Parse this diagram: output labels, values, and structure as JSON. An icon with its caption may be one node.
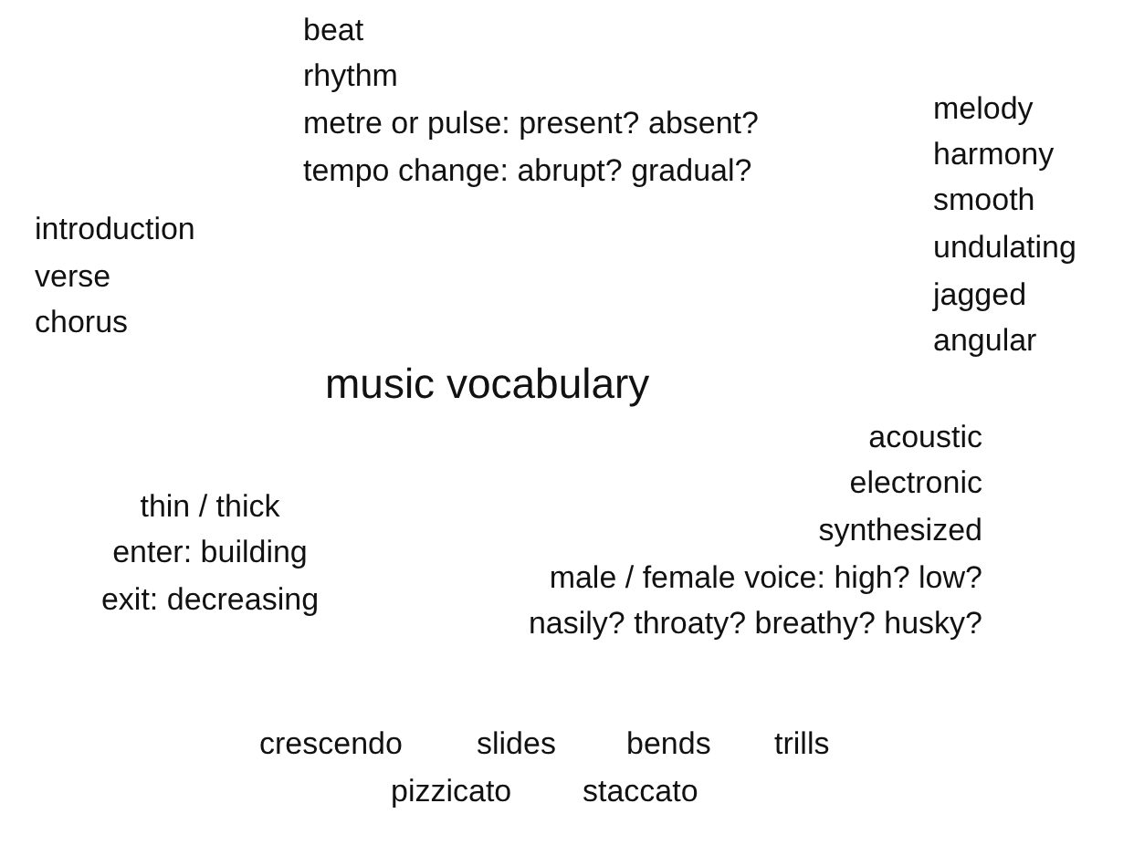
{
  "diagram": {
    "title": "music vocabulary",
    "labels": [
      "beat",
      "rhythm",
      "metre or pulse: present? absent?",
      "tempo change: abrupt? gradual?",
      "melody",
      "harmony",
      "smooth",
      "undulating",
      "jagged",
      "angular",
      "introduction",
      "verse",
      "chorus",
      "acoustic",
      "electronic",
      "synthesized",
      "male / female voice: high? low?",
      "nasily? throaty? breathy? husky?",
      "thin / thick",
      "enter: building",
      "exit: decreasing",
      "crescendo",
      "slides",
      "bends",
      "trills",
      "pizzicato",
      "staccato"
    ]
  }
}
